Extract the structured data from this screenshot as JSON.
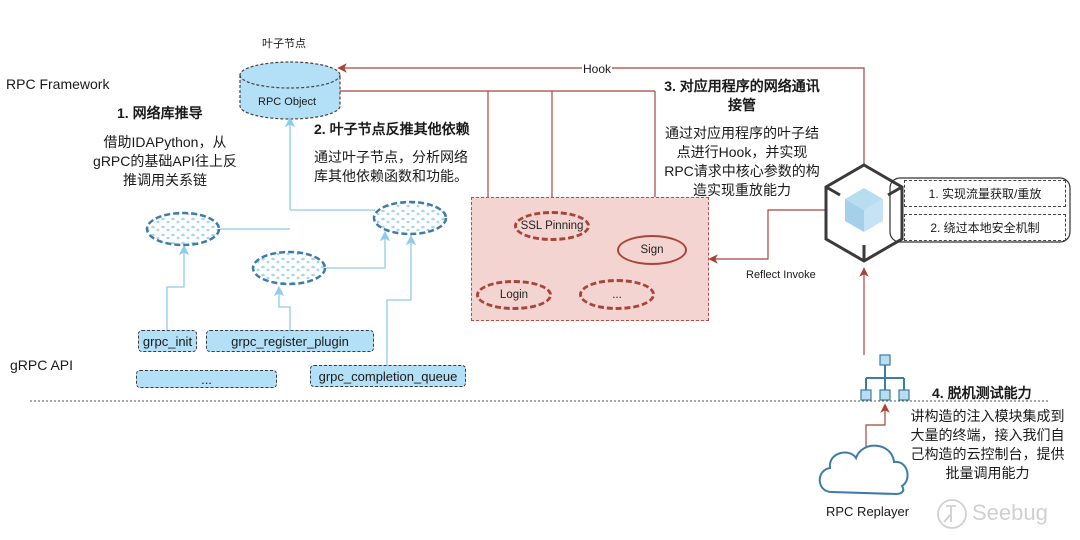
{
  "diagram": {
    "layers": {
      "rpc_framework": "RPC Framework",
      "grpc_api": "gRPC API"
    },
    "leaf_node": {
      "caption": "叶子节点",
      "label": "RPC Object"
    },
    "step1": {
      "title": "1. 网络库推导",
      "desc_lines": [
        "借助IDAPython，从",
        "gRPC的基础API往上反",
        "推调用关系链"
      ]
    },
    "step2": {
      "title": "2. 叶子节点反推其他依赖",
      "desc_lines": [
        "通过叶子节点，分析网络",
        "库其他依赖函数和功能。"
      ]
    },
    "step3": {
      "title_lines": [
        "3. 对应用程序的网络通讯",
        "接管"
      ],
      "desc_lines": [
        "通过对应用程序的叶子结",
        "点进行Hook，并实现",
        "RPC请求中核心参数的构",
        "造实现重放能力"
      ]
    },
    "step4": {
      "title": "4. 脱机测试能力",
      "desc_lines": [
        "讲构造的注入模块集成到",
        "大量的终端，接入我们自",
        "己构造的云控制台，提供",
        "批量调用能力"
      ]
    },
    "api_functions": [
      "grpc_init",
      "grpc_register_plugin",
      "...",
      "grpc_completion_queue"
    ],
    "app_functions": [
      "SSL Pinning",
      "Sign",
      "Login",
      "..."
    ],
    "edges": {
      "hook": "Hook",
      "reflect_invoke": "Reflect Invoke"
    },
    "module_features": [
      "1. 实现流量获取/重放",
      "2. 绕过本地安全机制"
    ],
    "replayer": "RPC Replayer",
    "watermark": "Seebug",
    "colors": {
      "blue_fill": "#b3dff7",
      "blue_line": "#8fcbea",
      "dark_blue": "#3d7ca8",
      "red_line": "#a8453b",
      "red_fill": "#f4d4d1"
    }
  }
}
